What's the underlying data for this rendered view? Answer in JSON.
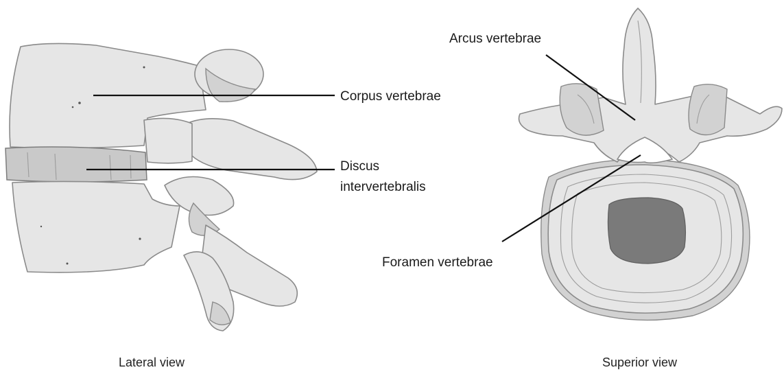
{
  "labels": {
    "corpus": "Corpus vertebrae",
    "discus_line1": "Discus",
    "discus_line2": "intervertebralis",
    "arcus": "Arcus vertebrae",
    "foramen": "Foramen vertebrae"
  },
  "captions": {
    "lateral": "Lateral view",
    "superior": "Superior view"
  },
  "colors": {
    "background": "#ffffff",
    "bone": "#e6e6e6",
    "outline": "#8a8a8a",
    "leader_line": "#111111"
  }
}
